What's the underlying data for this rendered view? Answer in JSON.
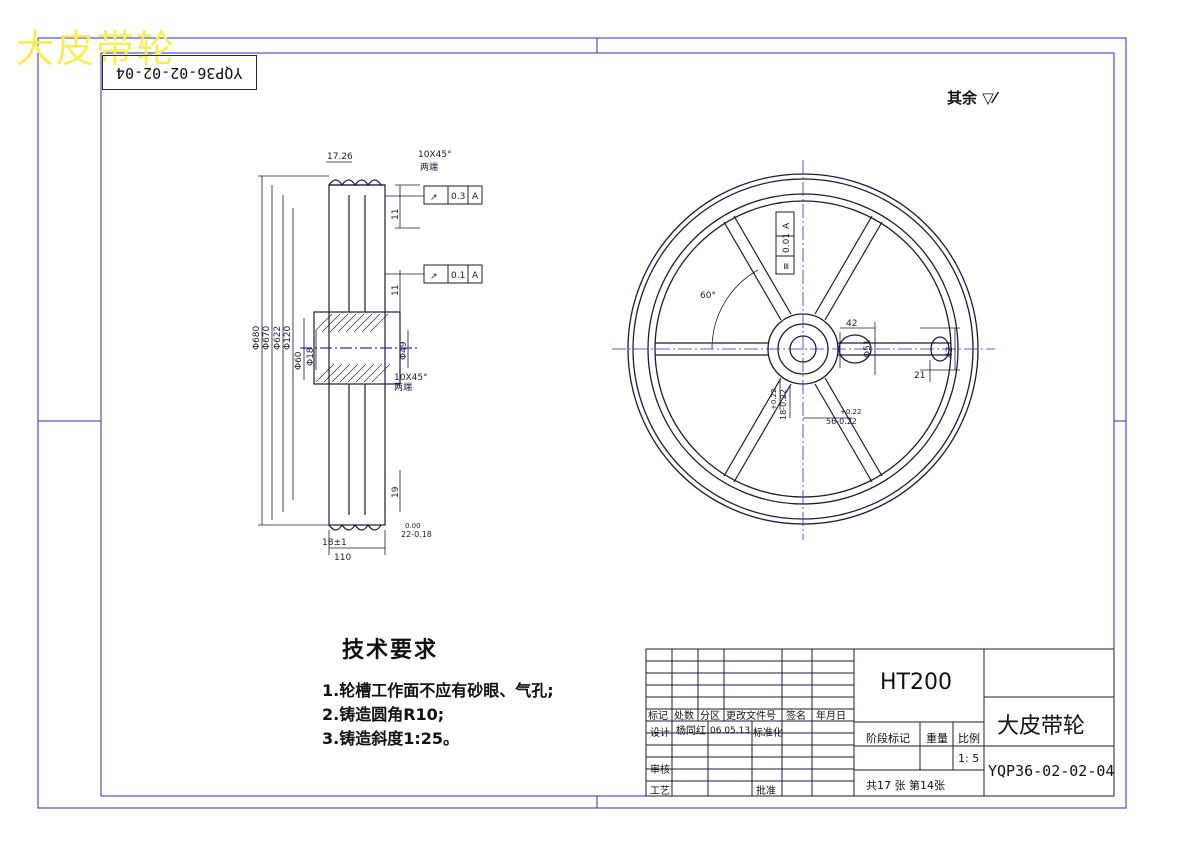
{
  "watermark": "大皮带轮",
  "drawing_code_rotated": "YQP36-02-02-04",
  "roughness_note": "其余",
  "technical_requirements": {
    "title": "技术要求",
    "items": [
      "1.轮槽工作面不应有砂眼、气孔;",
      "2.铸造圆角R10;",
      "3.铸造斜度1:25。"
    ]
  },
  "section_view": {
    "dims_left": [
      "Φ680",
      "Φ670",
      "Φ622",
      "Φ120",
      "Φ60",
      "Φ18"
    ],
    "dims_top": [
      "17.26",
      "10X45°",
      "两端"
    ],
    "dims_right": [
      "11",
      "11",
      "19",
      "Φ49",
      "0.00",
      "22-0.18",
      "10X45°",
      "两端"
    ],
    "dims_bottom": [
      "18±1",
      "110"
    ],
    "tolerances": [
      {
        "symbol": "↗",
        "value": "0.3",
        "datum": "A"
      },
      {
        "symbol": "↗",
        "value": "0.1",
        "datum": "A"
      }
    ]
  },
  "front_view": {
    "angle": "60°",
    "tolerance": {
      "symbol": "≡",
      "value": "0.01",
      "datum": "A"
    },
    "dims": [
      "42",
      "42",
      "21",
      "Φ51",
      "+0.22",
      "18-0.22",
      "+0.22",
      "56-0.22"
    ]
  },
  "title_block": {
    "material": "HT200",
    "part_name": "大皮带轮",
    "drawing_no": "YQP36-02-02-04",
    "scale": "1: 5",
    "sheets": "共17 张 第14张",
    "headers": [
      "标记",
      "处数",
      "分区",
      "更改文件号",
      "签名",
      "年月日"
    ],
    "row_labels": {
      "design": "设计",
      "check": "审核",
      "process": "工艺"
    },
    "designer": "杨同红",
    "date": "06.05.13",
    "standardize": "标准化",
    "approve": "批准",
    "stage_mark": "阶段标记",
    "weight": "重量",
    "scale_label": "比例"
  }
}
